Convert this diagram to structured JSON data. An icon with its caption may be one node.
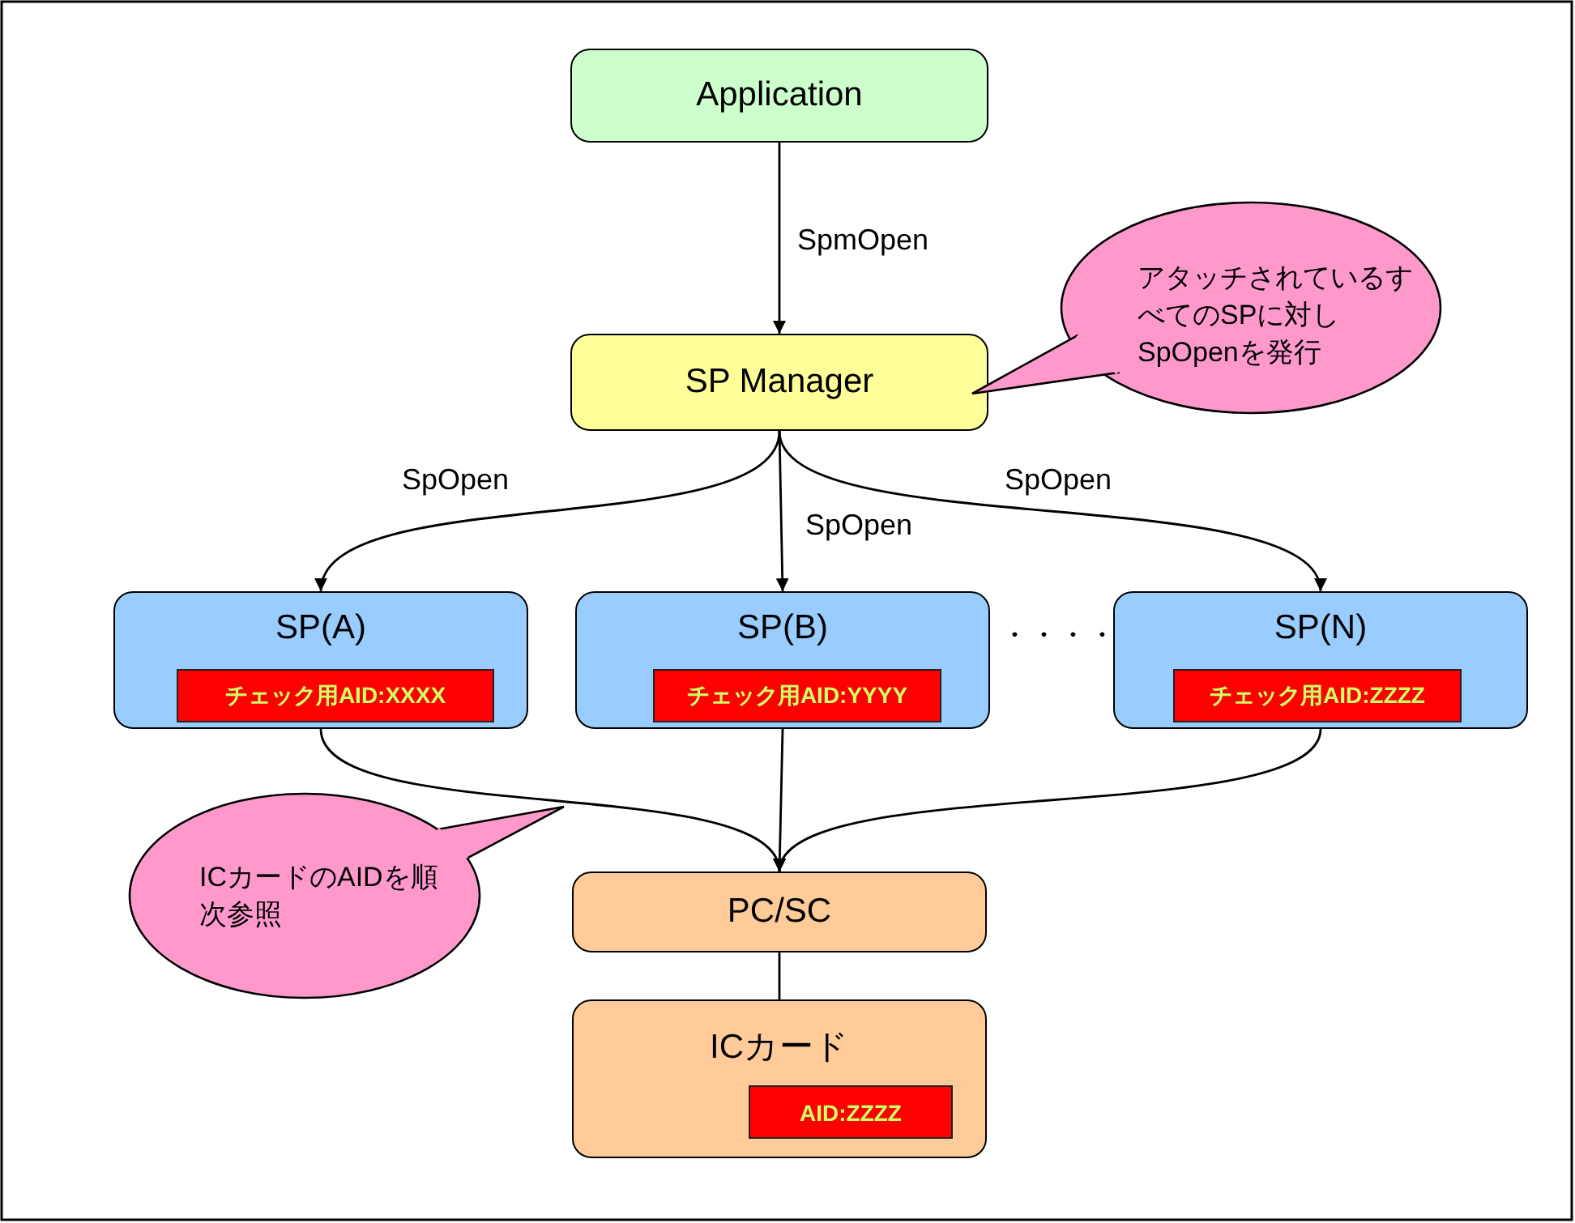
{
  "diagram": {
    "nodes": [
      {
        "text": [
          "Application"
        ]
      },
      {
        "text": [
          "SP Manager"
        ]
      },
      {
        "text": [
          "アタッチされているすべてのSPに対しSpOpenを発行"
        ]
      },
      {
        "text": [
          "SP(A)"
        ]
      },
      {
        "text": [
          "チェック用AID:XXXX"
        ],
        "in": 3
      },
      {
        "text": [
          "SP(B)"
        ]
      },
      {
        "text": [
          "チェック用AID:YYYY"
        ],
        "in": 5
      },
      {
        "text": [
          "SP(N)"
        ]
      },
      {
        "text": [
          "チェック用AID:ZZZZ"
        ],
        "in": 7
      },
      {
        "text": [
          "ICカードのAIDを順次参照"
        ]
      },
      {
        "text": [
          "PC/SC"
        ]
      },
      {
        "text": [
          "ICカード"
        ]
      },
      {
        "text": [
          "AID:ZZZZ"
        ],
        "in": 11
      }
    ],
    "edges": [
      {
        "from": 0,
        "to": 1,
        "arrow": "to",
        "label": "SpmOpen"
      },
      {
        "from": 1,
        "to": 3,
        "arrow": "to",
        "label": "SpOpen"
      },
      {
        "from": 1,
        "to": 5,
        "arrow": "to",
        "label": "SpOpen"
      },
      {
        "from": 1,
        "to": 7,
        "arrow": "to",
        "label": "SpOpen"
      },
      {
        "from": 3,
        "to": 10,
        "arrow": "to"
      },
      {
        "from": 5,
        "to": 10,
        "arrow": "to"
      },
      {
        "from": 7,
        "to": 10,
        "arrow": "to"
      },
      {
        "from": 10,
        "to": 11,
        "arrow": "none"
      }
    ],
    "labels": [
      "・・・・"
    ]
  }
}
